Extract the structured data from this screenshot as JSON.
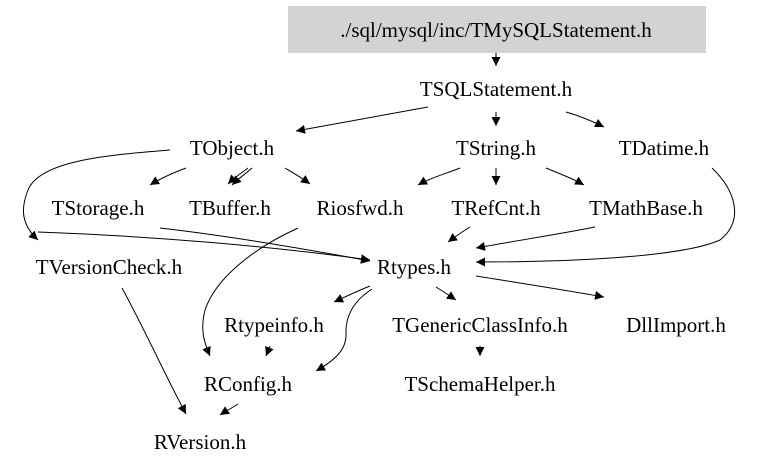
{
  "graph": {
    "root": "./sql/mysql/inc/TMySQLStatement.h",
    "nodes": [
      {
        "id": "root",
        "label": "./sql/mysql/inc/TMySQLStatement.h",
        "highlight": true
      },
      {
        "id": "tsqlstatement",
        "label": "TSQLStatement.h"
      },
      {
        "id": "tobject",
        "label": "TObject.h"
      },
      {
        "id": "tstring",
        "label": "TString.h"
      },
      {
        "id": "tdatime",
        "label": "TDatime.h"
      },
      {
        "id": "tstorage",
        "label": "TStorage.h"
      },
      {
        "id": "tbuffer",
        "label": "TBuffer.h"
      },
      {
        "id": "riosfwd",
        "label": "Riosfwd.h"
      },
      {
        "id": "trefcnt",
        "label": "TRefCnt.h"
      },
      {
        "id": "tmathbase",
        "label": "TMathBase.h"
      },
      {
        "id": "tversioncheck",
        "label": "TVersionCheck.h"
      },
      {
        "id": "rtypes",
        "label": "Rtypes.h"
      },
      {
        "id": "rtypeinfo",
        "label": "Rtypeinfo.h"
      },
      {
        "id": "tgenericclassinfo",
        "label": "TGenericClassInfo.h"
      },
      {
        "id": "dllimport",
        "label": "DllImport.h"
      },
      {
        "id": "rconfig",
        "label": "RConfig.h"
      },
      {
        "id": "tschemahelper",
        "label": "TSchemaHelper.h"
      },
      {
        "id": "rversion",
        "label": "RVersion.h"
      }
    ],
    "edges": [
      {
        "from": "root",
        "to": "tsqlstatement"
      },
      {
        "from": "tsqlstatement",
        "to": "tobject"
      },
      {
        "from": "tsqlstatement",
        "to": "tstring"
      },
      {
        "from": "tsqlstatement",
        "to": "tdatime"
      },
      {
        "from": "tobject",
        "to": "tstorage"
      },
      {
        "from": "tobject",
        "to": "tbuffer"
      },
      {
        "from": "tobject",
        "to": "riosfwd"
      },
      {
        "from": "tobject",
        "to": "tversioncheck"
      },
      {
        "from": "tstring",
        "to": "riosfwd"
      },
      {
        "from": "tstring",
        "to": "trefcnt"
      },
      {
        "from": "tstring",
        "to": "tmathbase"
      },
      {
        "from": "tstorage",
        "to": "rtypes"
      },
      {
        "from": "trefcnt",
        "to": "rtypes"
      },
      {
        "from": "tmathbase",
        "to": "rtypes"
      },
      {
        "from": "tdatime",
        "to": "rtypes"
      },
      {
        "from": "tversioncheck",
        "to": "rtypes"
      },
      {
        "from": "tversioncheck",
        "to": "rversion"
      },
      {
        "from": "riosfwd",
        "to": "rconfig"
      },
      {
        "from": "rtypes",
        "to": "rtypeinfo"
      },
      {
        "from": "rtypes",
        "to": "tgenericclassinfo"
      },
      {
        "from": "rtypes",
        "to": "dllimport"
      },
      {
        "from": "rtypes",
        "to": "rconfig"
      },
      {
        "from": "rtypeinfo",
        "to": "rconfig"
      },
      {
        "from": "tgenericclassinfo",
        "to": "tschemahelper"
      },
      {
        "from": "rconfig",
        "to": "rversion"
      }
    ]
  }
}
